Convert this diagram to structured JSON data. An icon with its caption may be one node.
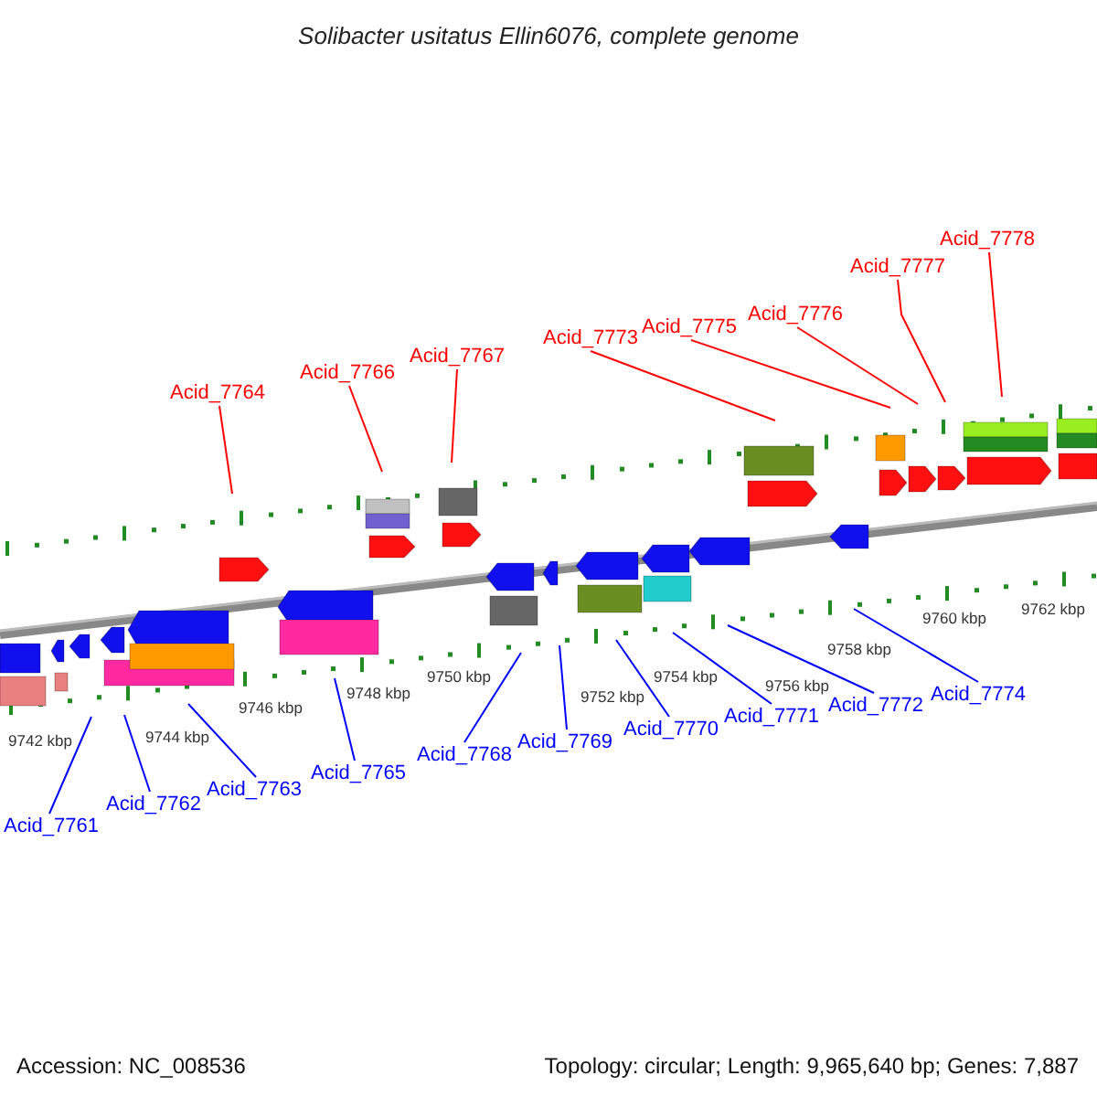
{
  "diagram": {
    "title": "Solibacter usitatus Ellin6076, complete genome",
    "nodes": [
      {
        "text": [
          "Acid_7764"
        ]
      },
      {
        "text": [
          "Acid_7766"
        ]
      },
      {
        "text": [
          "Acid_7767"
        ]
      },
      {
        "text": [
          "Acid_7773"
        ]
      },
      {
        "text": [
          "Acid_7775"
        ]
      },
      {
        "text": [
          "Acid_7776"
        ]
      },
      {
        "text": [
          "Acid_7777"
        ]
      },
      {
        "text": [
          "Acid_7778"
        ]
      },
      {
        "text": [
          "Acid_7761"
        ]
      },
      {
        "text": [
          "Acid_7762"
        ]
      },
      {
        "text": [
          "Acid_7763"
        ]
      },
      {
        "text": [
          "Acid_7765"
        ]
      },
      {
        "text": [
          "Acid_7768"
        ]
      },
      {
        "text": [
          "Acid_7769"
        ]
      },
      {
        "text": [
          "Acid_7770"
        ]
      },
      {
        "text": [
          "Acid_7771"
        ]
      },
      {
        "text": [
          "Acid_7772"
        ]
      },
      {
        "text": [
          "Acid_7774"
        ]
      }
    ],
    "edges": [
      {
        "from": 0,
        "to": null,
        "arrow": "none",
        "color": "#ff0000"
      },
      {
        "from": 1,
        "to": null,
        "arrow": "none",
        "color": "#ff0000"
      },
      {
        "from": 2,
        "to": null,
        "arrow": "none",
        "color": "#ff0000"
      },
      {
        "from": 3,
        "to": null,
        "arrow": "none",
        "color": "#ff0000"
      },
      {
        "from": 4,
        "to": null,
        "arrow": "none",
        "color": "#ff0000"
      },
      {
        "from": 5,
        "to": null,
        "arrow": "none",
        "color": "#ff0000"
      },
      {
        "from": 6,
        "to": null,
        "arrow": "none",
        "color": "#ff0000"
      },
      {
        "from": 7,
        "to": null,
        "arrow": "none",
        "color": "#ff0000"
      },
      {
        "from": 8,
        "to": null,
        "arrow": "none"
      },
      {
        "from": 9,
        "to": null,
        "arrow": "none"
      },
      {
        "from": 10,
        "to": null,
        "arrow": "none"
      },
      {
        "from": 11,
        "to": null,
        "arrow": "none"
      },
      {
        "from": 12,
        "to": null,
        "arrow": "none"
      },
      {
        "from": 13,
        "to": null,
        "arrow": "none"
      },
      {
        "from": 14,
        "to": null,
        "arrow": "none"
      },
      {
        "from": 15,
        "to": null,
        "arrow": "none"
      },
      {
        "from": 16,
        "to": null,
        "arrow": "none"
      },
      {
        "from": 17,
        "to": null,
        "arrow": "none"
      }
    ],
    "labels": [
      "9742 kbp",
      "9744 kbp",
      "9746 kbp",
      "9748 kbp",
      "9750 kbp",
      "9752 kbp",
      "9754 kbp",
      "9756 kbp",
      "9758 kbp",
      "9760 kbp",
      "9762 kbp",
      "Accession: NC_008536",
      "Topology: circular; Length: 9,965,640 bp; Genes: 7,887"
    ]
  }
}
